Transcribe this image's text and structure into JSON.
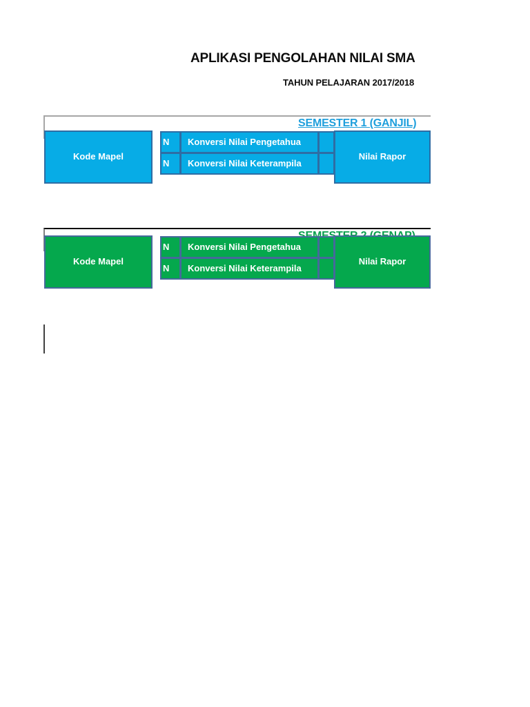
{
  "document": {
    "title_main": "APLIKASI PENGOLAHAN NILAI SMA",
    "title_sub": "TAHUN PELAJARAN 2017/2018",
    "title_main_clipped": "APLIKASI PENGOLAHAN NILAI SM",
    "title_sub_clipped": "TAHUN PELAJARAN 2017/201"
  },
  "colors": {
    "semester1_accent": "#07ACE6",
    "semester1_label": "#1f9fdc",
    "semester1_border": "#2E6DA4",
    "semester2_accent": "#05A84D",
    "semester2_label": "#0aa04e",
    "semester2_border": "#46699B",
    "frame_border_grey": "#a6a6a6",
    "frame_border_black": "#0d0d0d",
    "text_dark": "#0d0d0d",
    "text_on_accent": "#ffffff"
  },
  "sections": [
    {
      "id": "semester-1",
      "label": "SEMESTER 1 (GANJIL)",
      "theme": "blue",
      "columns": {
        "kode_mapel": "Kode Mapel",
        "narrow_left_top": "N",
        "narrow_left_bottom": "N",
        "konversi_pengetahuan": "Konversi Nilai Pengetahua",
        "konversi_keterampilan": "Konversi Nilai Keterampila",
        "narrow_right_top": "",
        "narrow_right_bottom": "",
        "nilai_rapor": "Nilai Rapor"
      }
    },
    {
      "id": "semester-2",
      "label": "SEMESTER 2 (GENAP)",
      "theme": "green",
      "columns": {
        "kode_mapel": "Kode Mapel",
        "narrow_left_top": "N",
        "narrow_left_bottom": "N",
        "konversi_pengetahuan": "Konversi Nilai Pengetahua",
        "konversi_keterampilan": "Konversi Nilai Keterampila",
        "narrow_right_top": "",
        "narrow_right_bottom": "",
        "nilai_rapor": "Nilai Rapor"
      }
    }
  ]
}
